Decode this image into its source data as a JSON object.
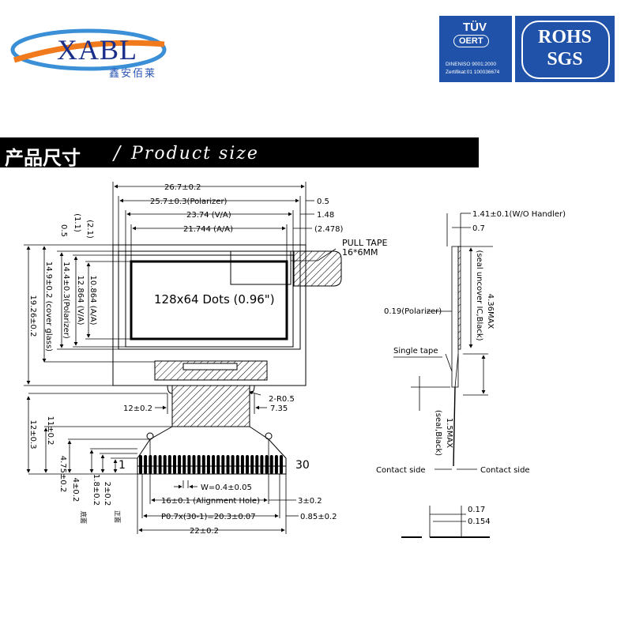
{
  "header": {
    "logo": {
      "text": "XABL",
      "subtitle": "鑫安佰莱",
      "swoosh_color": "#f07a1c",
      "text_color": "#1b2f8a"
    },
    "cert_tuv": {
      "brand": "TÜV",
      "name": "OERT",
      "line1": "DINENISO 9001:2000",
      "line2": "Zertifikat:01  100036674",
      "color": "#1f52a8"
    },
    "cert_rohs": {
      "line1": "ROHS",
      "line2": "SGS",
      "color": "#1f52a8"
    }
  },
  "banner": {
    "title_cn": "产品尺寸",
    "separator": "/",
    "title_en": "Product size"
  },
  "drawing": {
    "display_label": "128x64 Dots (0.96\")",
    "dims_top": {
      "outline": "26.7±0.2",
      "polarizer": "25.7±0.3(Polarizer)",
      "va": "23.74  (V/A)",
      "aa": "21.744  (A/A)",
      "r05": "0.5",
      "r148": "1.48",
      "r2478": "(2.478)"
    },
    "dims_left": {
      "cover": "19.26±0.2",
      "v149": "14.9±0.2 (cover glass)",
      "v144": "14.4±0.3(Polarizer)",
      "v12864": "12.864  (V/A)",
      "v10864": "10.864  (A/A)",
      "v05": "0.5",
      "v11": "(1.1)",
      "v21": "(2.1)",
      "v12": "12±0.3",
      "v11b": "11±0.2",
      "v475": "4.75±0.2",
      "v4": "4±0.2",
      "v18": "1.8±0.2",
      "v2": "2±0.2"
    },
    "side_labels": {
      "front": "正面",
      "back": "底面"
    },
    "pull_tape": {
      "line1": "PULL TAPE",
      "line2": "16*6MM"
    },
    "fpc": {
      "w12": "12±0.2",
      "w735": "7.35",
      "radius": "2-R0.5",
      "pin_first": "1",
      "pin_last": "30",
      "pad_width": "W=0.4±0.05",
      "hole": "16±0.1 (Alignment Hole)",
      "h3": "3±0.2",
      "pitch": "P0.7x(30-1)=20.3±0.07",
      "e085": "0.85±0.2",
      "total": "22±0.2"
    },
    "side": {
      "t141": "1.41±0.1(W/O Handler)",
      "t07": "0.7",
      "t436a": "4.36MAX",
      "t436b": "(seal uncover IC,Black)",
      "t019": "0.19(Polarizer)",
      "single_tape": "Single tape",
      "t15a": "1.5MAX",
      "t15b": "(seal,Black)",
      "contact_left": "Contact side",
      "contact_right": "Contact side",
      "t017": "0.17",
      "t0154": "0.154"
    }
  }
}
